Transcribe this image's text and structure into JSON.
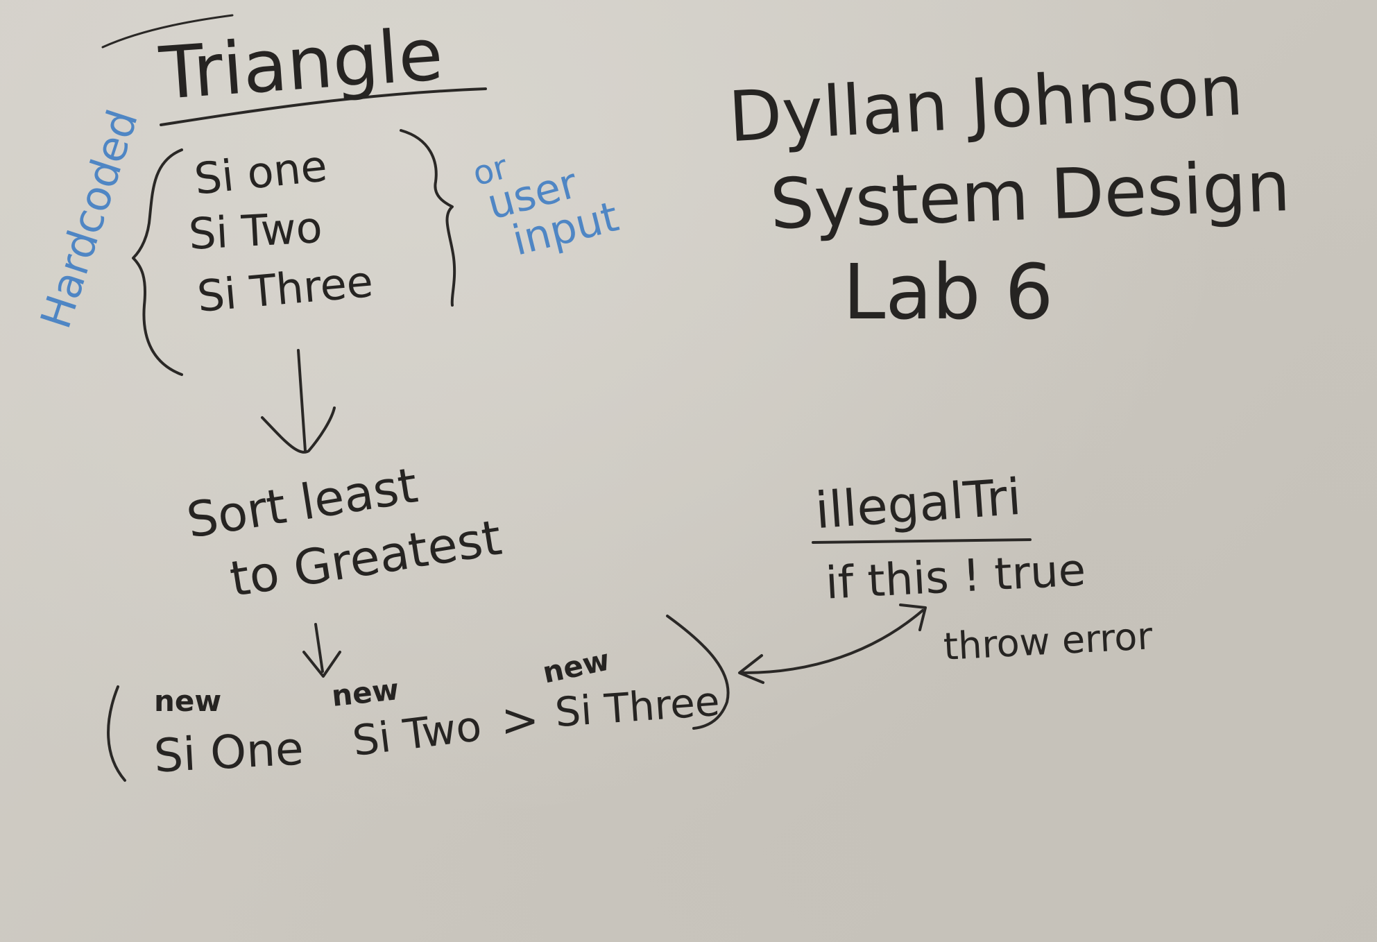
{
  "title": "Triangle",
  "side_note": "Hardcoded",
  "inputs": [
    "Si one",
    "Si Two",
    "Si Three"
  ],
  "alt_note": {
    "line1": "or",
    "line2": "user",
    "line3": "input"
  },
  "header": {
    "name": "Dyllan Johnson",
    "course": "System Design",
    "lab": "Lab 6"
  },
  "sort_step": {
    "line1": "Sort least",
    "line2": "to Greatest"
  },
  "condition": {
    "first_new": "new",
    "first_var": "Si One",
    "second_new": "new",
    "second_var": "Si Two",
    "operator": ">",
    "third_new": "new",
    "third_var": "Si Three"
  },
  "exception": {
    "name": "illegalTri",
    "rule": "if this ! true",
    "action": "throw error"
  },
  "colors": {
    "board": "#cfcbc3",
    "black_marker": "#262422",
    "blue_marker": "#4f86c4"
  }
}
